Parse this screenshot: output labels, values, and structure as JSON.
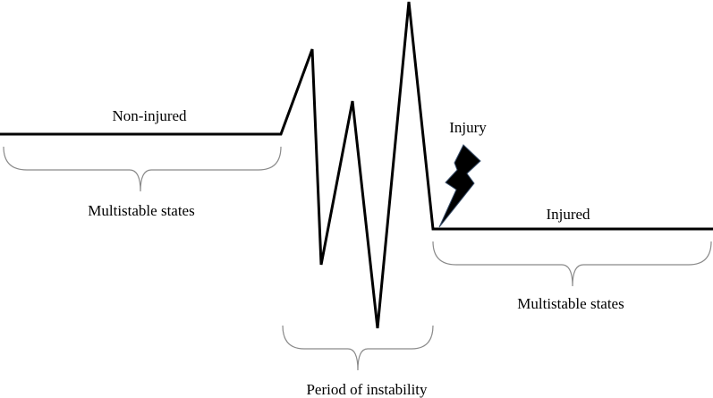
{
  "labels": {
    "non_injured": "Non-injured",
    "injured": "Injured",
    "injury": "Injury",
    "multistable_left": "Multistable states",
    "multistable_right": "Multistable states",
    "instability": "Period of instability"
  },
  "icons": {
    "injury_bolt": "lightning-bolt-icon"
  },
  "colors": {
    "line": "#000000",
    "brace": "#8a8a8a",
    "bolt": "#000000"
  }
}
